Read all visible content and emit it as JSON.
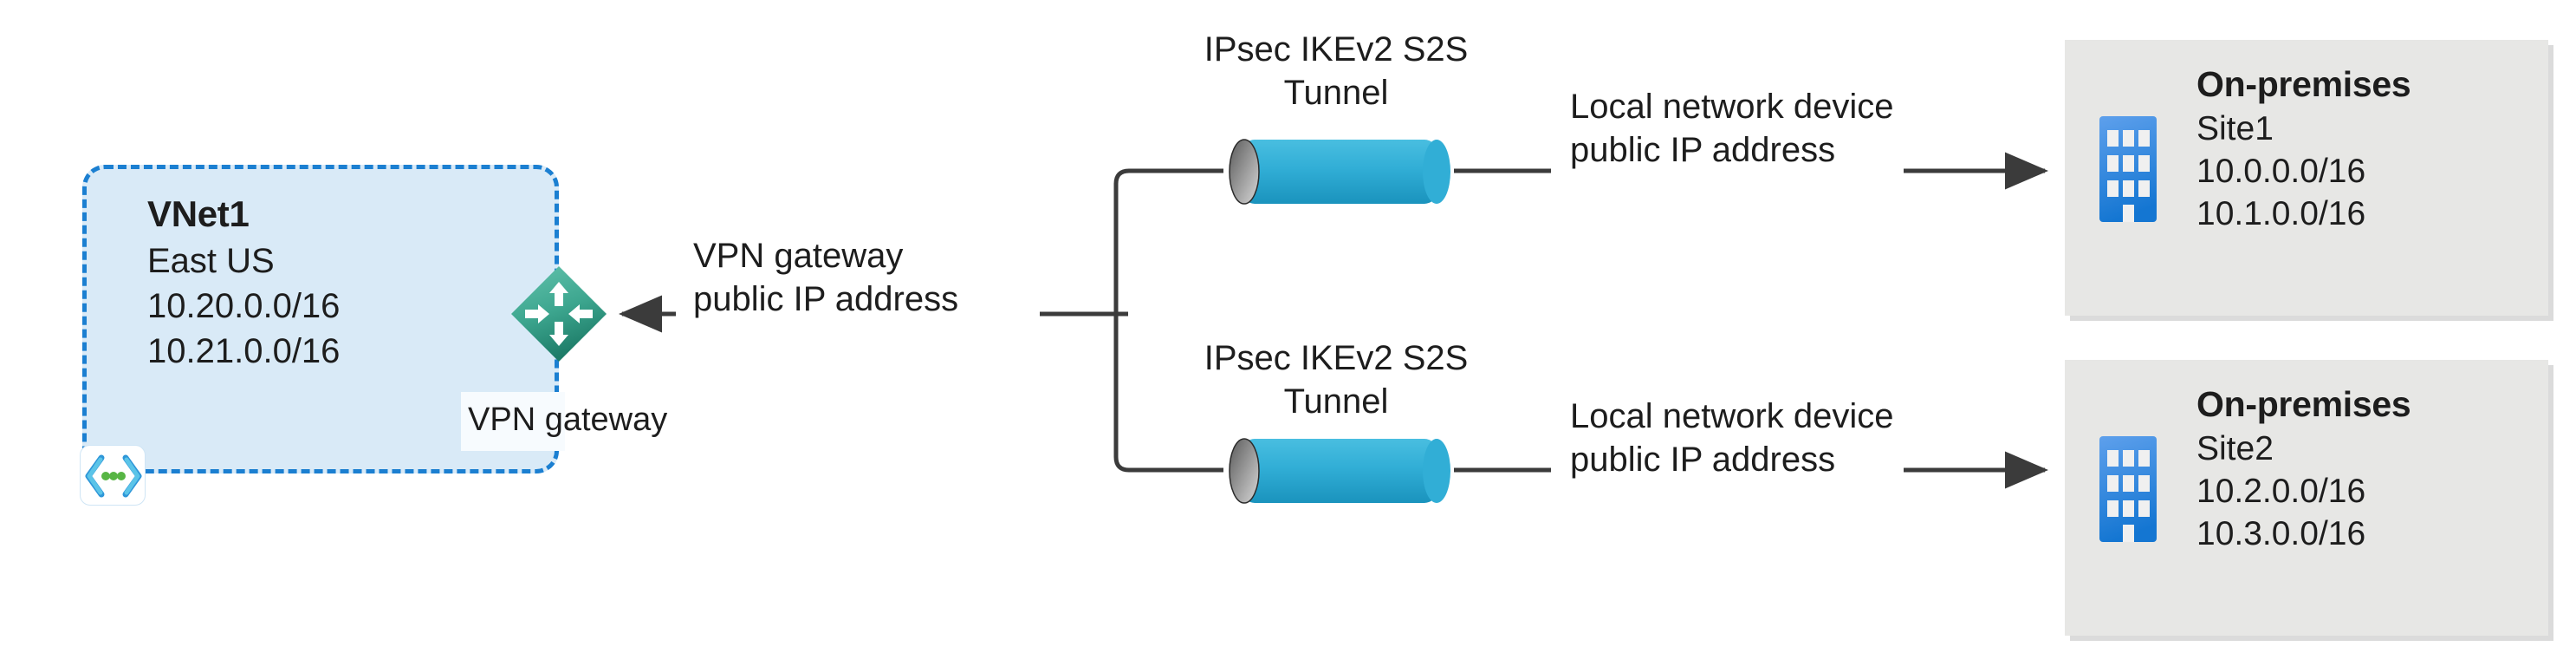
{
  "diagram": {
    "vnet": {
      "name": "VNet1",
      "region": "East US",
      "address_spaces": [
        "10.20.0.0/16",
        "10.21.0.0/16"
      ],
      "border_color": "#1b7fd1",
      "fill_color": "#d9eaf7",
      "badge_icon": "virtual-network-icon"
    },
    "gateway": {
      "icon": "vpn-gateway-diamond-icon",
      "label": "VPN gateway",
      "pip_label": "VPN gateway\npublic IP address",
      "color_top": "#5bbfa8",
      "color_bottom": "#1f7f6b"
    },
    "tunnels": [
      {
        "label": "IPsec IKEv2 S2S\nTunnel",
        "icon": "tunnel-cylinder-icon",
        "color": "#34afd6",
        "device_label": "Local network device\npublic IP address"
      },
      {
        "label": "IPsec IKEv2 S2S\nTunnel",
        "icon": "tunnel-cylinder-icon",
        "color": "#34afd6",
        "device_label": "Local network device\npublic IP address"
      }
    ],
    "on_premises": [
      {
        "title": "On-premises",
        "site": "Site1",
        "address_spaces": [
          "10.0.0.0/16",
          "10.1.0.0/16"
        ],
        "icon": "office-building-icon",
        "fill_color": "#e7e7e5"
      },
      {
        "title": "On-premises",
        "site": "Site2",
        "address_spaces": [
          "10.2.0.0/16",
          "10.3.0.0/16"
        ],
        "icon": "office-building-icon",
        "fill_color": "#e7e7e5"
      }
    ],
    "connector_color": "#3b3b3b"
  }
}
